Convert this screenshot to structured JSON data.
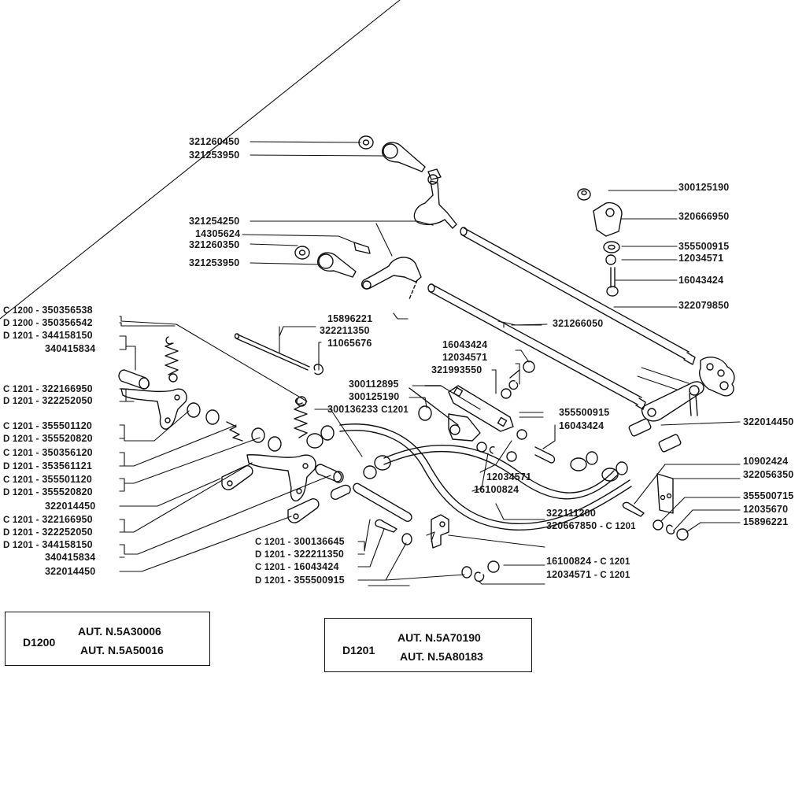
{
  "diagram": {
    "type": "exploded-parts-diagram",
    "subject": "Gear shift linkage assembly"
  },
  "labels": {
    "l321260450": "321260450",
    "l321253950a": "321253950",
    "l321254250": "321254250",
    "l14305624": "14305624",
    "l321260350": "321260350",
    "l321253950b": "321253950",
    "l15896221a": "15896221",
    "l322211350": "322211350",
    "l11065676": "11065676",
    "l300125190a": "300125190",
    "l320666950": "320666950",
    "l355500915a": "355500915",
    "l12034571a": "12034571",
    "l16043424a": "16043424",
    "l322079850": "322079850",
    "l321266050": "321266050",
    "l16043424b": "16043424",
    "l12034571b": "12034571",
    "l321993550": "321993550",
    "l300112895": "300112895",
    "l300125190b": "300125190",
    "l300136233": "300136233",
    "l300136233_variant": "C1201",
    "l355500915b": "355500915",
    "l16043424c": "16043424",
    "l322014450a": "322014450",
    "l12034571c": "12034571",
    "l16100824a": "16100824",
    "l322111200": "322111200",
    "l10902424": "10902424",
    "l322056350": "322056350",
    "l355500715": "355500715",
    "l12035670": "12035670",
    "l15896221b": "15896221",
    "l320667850": "320667850",
    "l320667850_variant": "- C 1201",
    "l16100824b": "16100824",
    "l16100824b_variant": "- C 1201",
    "l12034571d": "12034571",
    "l12034571d_variant": "- C 1201"
  },
  "left_labels": [
    {
      "variant": "C 1200 -",
      "part": "350356538"
    },
    {
      "variant": "D 1200 -",
      "part": "350356542"
    },
    {
      "variant": "D 1201 -",
      "part": "344158150"
    },
    {
      "variant": "",
      "part": "340415834"
    },
    {
      "variant": "C 1201 -",
      "part": "322166950"
    },
    {
      "variant": "D 1201 -",
      "part": "322252050"
    },
    {
      "variant": "C 1201 -",
      "part": "355501120"
    },
    {
      "variant": "D 1201 -",
      "part": "355520820"
    },
    {
      "variant": "C 1201 -",
      "part": "350356120"
    },
    {
      "variant": "D 1201 -",
      "part": "353561121"
    },
    {
      "variant": "C 1201 -",
      "part": "355501120"
    },
    {
      "variant": "D 1201 -",
      "part": "355520820"
    },
    {
      "variant": "",
      "part": "322014450"
    },
    {
      "variant": "C 1201 -",
      "part": "322166950"
    },
    {
      "variant": "D 1201 -",
      "part": "322252050"
    },
    {
      "variant": "D 1201 -",
      "part": "344158150"
    },
    {
      "variant": "",
      "part": "340415834"
    },
    {
      "variant": "",
      "part": "322014450"
    }
  ],
  "bottom_center_labels": [
    {
      "variant": "C 1201 -",
      "part": "300136645"
    },
    {
      "variant": "D 1201 -",
      "part": "322211350"
    },
    {
      "variant": "C 1201 -",
      "part": "16043424"
    },
    {
      "variant": "D 1201 -",
      "part": "355500915"
    }
  ],
  "info_boxes": [
    {
      "model": "D1200",
      "aut1": "AUT. N.5A30006",
      "aut2": "AUT. N.5A50016"
    },
    {
      "model": "D1201",
      "aut1": "AUT. N.5A70190",
      "aut2": "AUT. N.5A80183"
    }
  ],
  "colors": {
    "ink": "#111111",
    "background": "#ffffff"
  }
}
